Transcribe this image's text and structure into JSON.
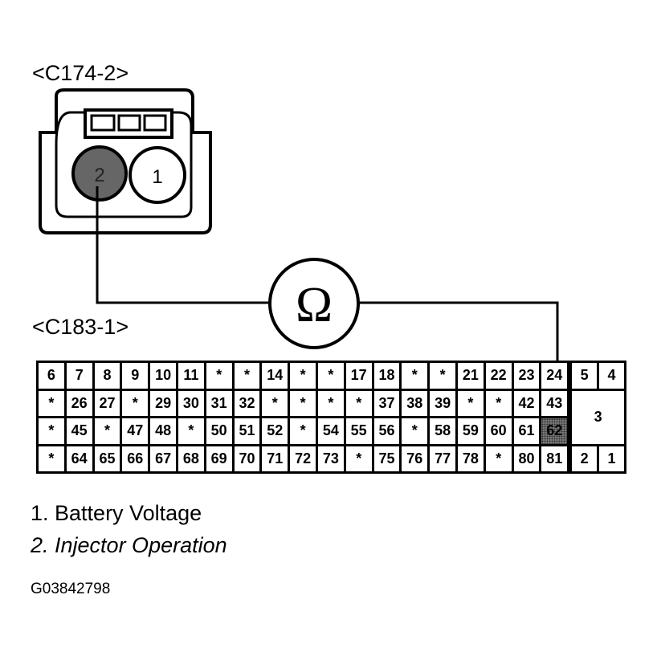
{
  "connector_top": {
    "label": "<C174-2>",
    "pins": [
      "2",
      "1"
    ],
    "highlighted_pin": "2"
  },
  "meter": {
    "symbol": "Ω",
    "icon": "ohmmeter-icon"
  },
  "connector_bottom": {
    "label": "<C183-1>",
    "rows": [
      [
        "6",
        "7",
        "8",
        "9",
        "10",
        "11",
        "*",
        "*",
        "14",
        "*",
        "*",
        "17",
        "18",
        "*",
        "*",
        "21",
        "22",
        "23",
        "24"
      ],
      [
        "*",
        "26",
        "27",
        "*",
        "29",
        "30",
        "31",
        "32",
        "*",
        "*",
        "*",
        "*",
        "37",
        "38",
        "39",
        "*",
        "*",
        "42",
        "43"
      ],
      [
        "*",
        "45",
        "*",
        "47",
        "48",
        "*",
        "50",
        "51",
        "52",
        "*",
        "54",
        "55",
        "56",
        "*",
        "58",
        "59",
        "60",
        "61",
        "62"
      ],
      [
        "*",
        "64",
        "65",
        "66",
        "67",
        "68",
        "69",
        "70",
        "71",
        "72",
        "73",
        "*",
        "75",
        "76",
        "77",
        "78",
        "*",
        "80",
        "81"
      ]
    ],
    "right_block": {
      "top": [
        "5",
        "4"
      ],
      "middle": "3",
      "bottom": [
        "2",
        "1"
      ]
    },
    "highlighted_pin": "62"
  },
  "legend": [
    "1. Battery Voltage",
    "2. Injector Operation"
  ],
  "figure_id": "G03842798"
}
